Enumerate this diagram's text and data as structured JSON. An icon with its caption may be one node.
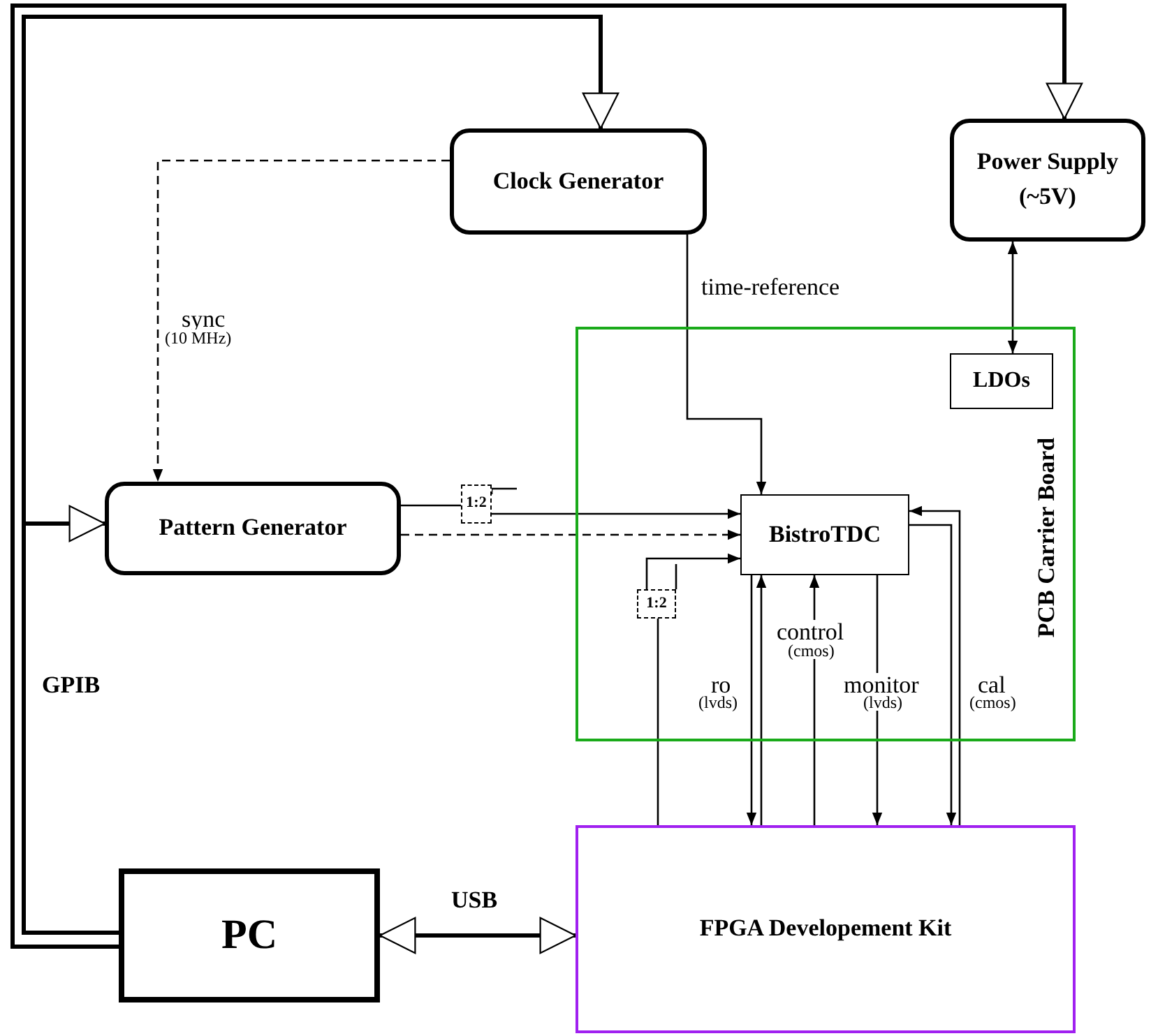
{
  "diagram": {
    "nodes": [
      {
        "text": [
          "Clock Generator"
        ]
      },
      {
        "text": [
          "Power Supply",
          "(~5V)"
        ]
      },
      {
        "text": [
          "PCB Carrier Board"
        ]
      },
      {
        "text": [
          "LDOs"
        ],
        "in": 2
      },
      {
        "text": [
          "BistroTDC"
        ],
        "in": 2
      },
      {
        "text": [
          "Pattern Generator"
        ]
      },
      {
        "text": [
          "1:2"
        ]
      },
      {
        "text": [
          "1:2"
        ],
        "in": 2
      },
      {
        "text": [
          "PC"
        ]
      },
      {
        "text": [
          "FPGA Developement Kit"
        ]
      }
    ],
    "edges": [
      {
        "from": 8,
        "to": 0,
        "arrow": "to",
        "style": "thick"
      },
      {
        "from": 8,
        "to": 1,
        "arrow": "to",
        "style": "thick"
      },
      {
        "from": 8,
        "to": 5,
        "arrow": "to",
        "style": "thick"
      },
      {
        "from": 0,
        "to": 5,
        "arrow": "to",
        "style": "dashed",
        "label": "sync"
      },
      {
        "from": 0,
        "to": 4,
        "arrow": "to",
        "label": "time-reference"
      },
      {
        "from": 1,
        "to": 3,
        "arrow": "both"
      },
      {
        "from": 5,
        "to": 6,
        "arrow": "none"
      },
      {
        "from": 6,
        "to": 4,
        "arrow": "to"
      },
      {
        "from": 5,
        "to": 4,
        "arrow": "to",
        "style": "dashed"
      },
      {
        "from": 9,
        "to": 7,
        "arrow": "none"
      },
      {
        "from": 7,
        "to": 4,
        "arrow": "to"
      },
      {
        "from": 4,
        "to": 9,
        "arrow": "to",
        "label": "ro"
      },
      {
        "from": 9,
        "to": 4,
        "arrow": "to"
      },
      {
        "from": 9,
        "to": 4,
        "arrow": "to",
        "label": "control"
      },
      {
        "from": 4,
        "to": 9,
        "arrow": "to",
        "label": "monitor"
      },
      {
        "from": 9,
        "to": 4,
        "arrow": "to",
        "label": "cal"
      },
      {
        "from": 4,
        "to": 9,
        "arrow": "to"
      },
      {
        "from": 8,
        "to": 9,
        "arrow": "both",
        "style": "thick",
        "label": "USB"
      }
    ],
    "labels": [
      "GPIB",
      "(10 MHz)",
      "(lvds)",
      "(cmos)",
      "(lvds)",
      "(cmos)"
    ]
  }
}
